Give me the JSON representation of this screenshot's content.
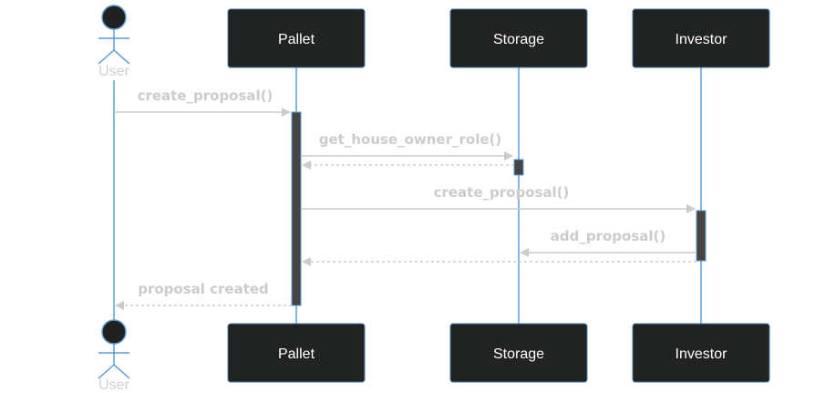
{
  "diagram": {
    "type": "sequence",
    "participants": {
      "user": "User",
      "pallet": "Pallet",
      "storage": "Storage",
      "investor": "Investor"
    },
    "messages": [
      {
        "from": "User",
        "to": "Pallet",
        "label": "create_proposal()",
        "style": "solid"
      },
      {
        "from": "Pallet",
        "to": "Storage",
        "label": "get_house_owner_role()",
        "style": "solid"
      },
      {
        "from": "Storage",
        "to": "Pallet",
        "label": "",
        "style": "dashed"
      },
      {
        "from": "Pallet",
        "to": "Investor",
        "label": "create_proposal()",
        "style": "solid"
      },
      {
        "from": "Investor",
        "to": "Storage",
        "label": "add_proposal()",
        "style": "solid"
      },
      {
        "from": "Investor",
        "to": "Pallet",
        "label": "",
        "style": "dashed"
      },
      {
        "from": "Pallet",
        "to": "User",
        "label": "proposal created",
        "style": "dashed"
      }
    ],
    "colors": {
      "box_fill": "#212323",
      "box_stroke": "#4a79b5",
      "lifeline": "#5b9bd5",
      "actor_fill": "#212121",
      "actor_stroke": "#5b9bd5",
      "message_line": "#cccccc",
      "message_text": "#cccccc",
      "activation_fill": "#444444",
      "activation_stroke": "#5b9bd5"
    }
  }
}
